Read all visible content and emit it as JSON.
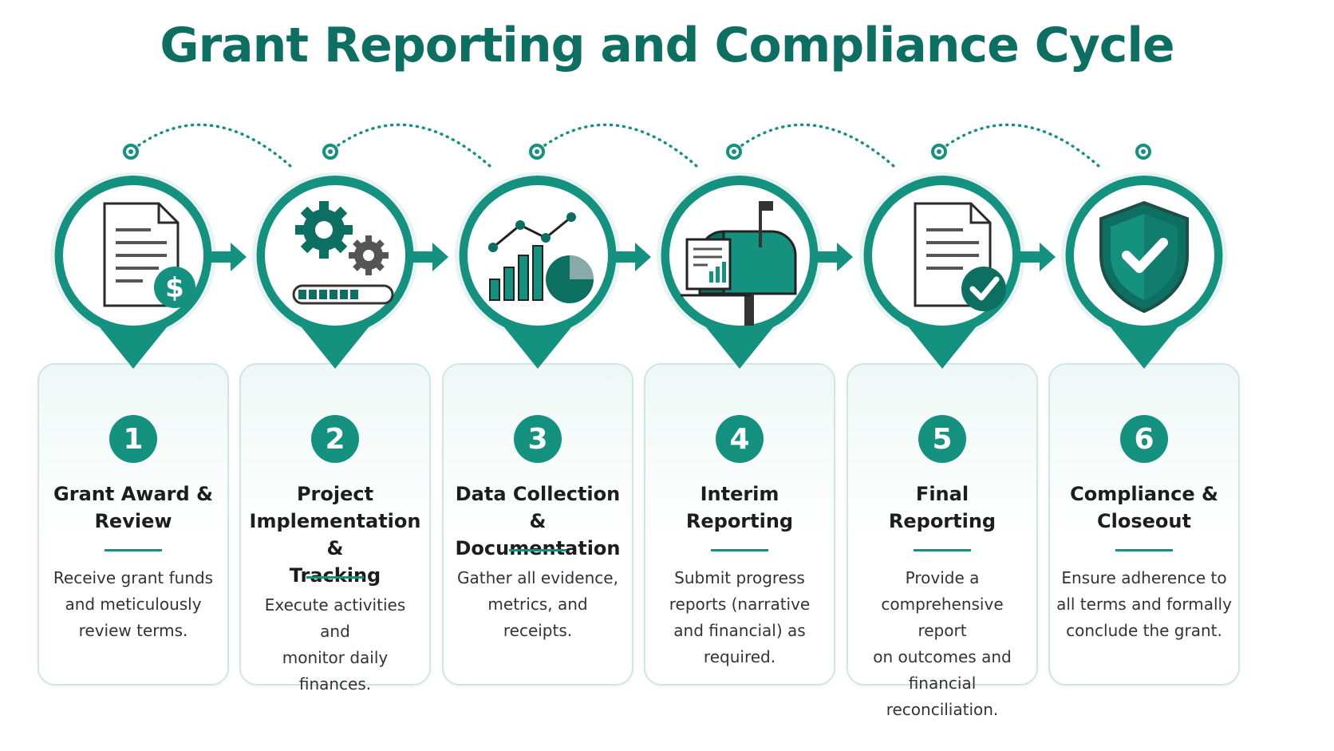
{
  "title": "Grant Reporting and Compliance Cycle",
  "colors": {
    "primary": "#14917f",
    "dark": "#0d6e62",
    "title": "#0d6e62",
    "card_border": "#cfe7e3"
  },
  "steps": [
    {
      "number": "1",
      "title_lines": [
        "Grant Award &",
        "Review"
      ],
      "desc_lines": [
        "Receive grant funds",
        "and meticulously",
        "review terms."
      ],
      "icon": "document-dollar-icon"
    },
    {
      "number": "2",
      "title_lines": [
        "Project",
        "Implementation &",
        "Tracking"
      ],
      "desc_lines": [
        "Execute activities and",
        "monitor daily finances."
      ],
      "icon": "gears-progress-icon"
    },
    {
      "number": "3",
      "title_lines": [
        "Data Collection &",
        "Documentation"
      ],
      "desc_lines": [
        "Gather all evidence,",
        "metrics, and",
        "receipts."
      ],
      "icon": "charts-icon"
    },
    {
      "number": "4",
      "title_lines": [
        "Interim",
        "Reporting"
      ],
      "desc_lines": [
        "Submit progress",
        "reports (narrative",
        "and financial) as",
        "required."
      ],
      "icon": "mailbox-report-icon"
    },
    {
      "number": "5",
      "title_lines": [
        "Final",
        "Reporting"
      ],
      "desc_lines": [
        "Provide a",
        "comprehensive report",
        "on outcomes and",
        "financial reconciliation."
      ],
      "icon": "document-check-icon"
    },
    {
      "number": "6",
      "title_lines": [
        "Compliance &",
        "Closeout"
      ],
      "desc_lines": [
        "Ensure adherence to",
        "all terms and formally",
        "conclude the grant."
      ],
      "icon": "shield-check-icon"
    }
  ]
}
